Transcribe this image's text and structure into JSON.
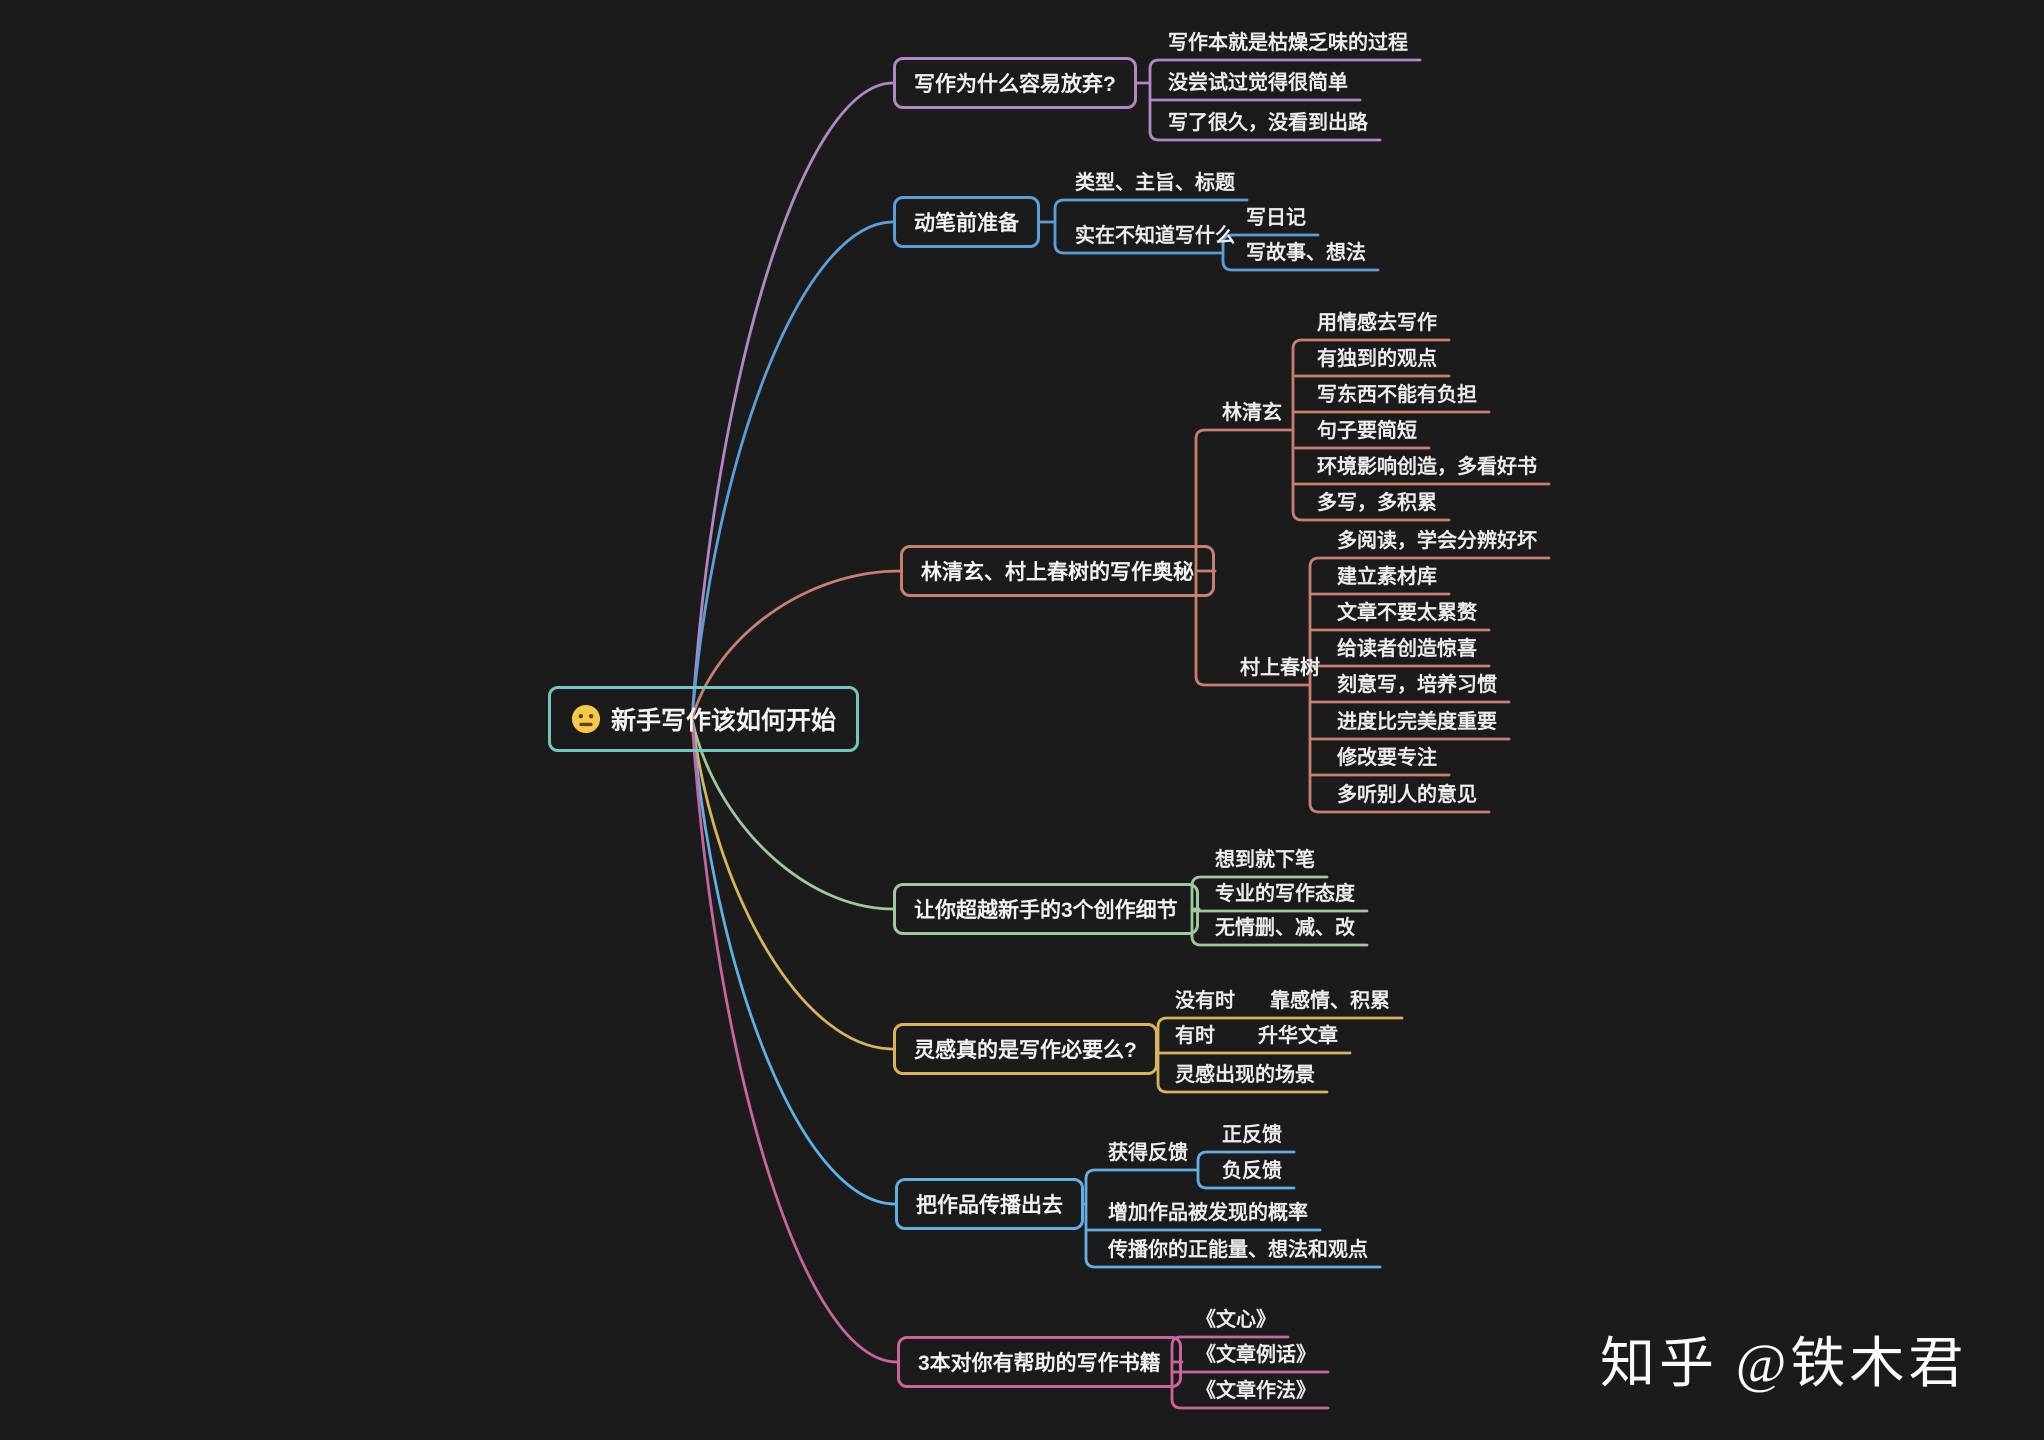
{
  "canvas": {
    "background": "#1b1b1b"
  },
  "central": {
    "label": "新手写作该如何开始",
    "emoji": "neutral-face",
    "border_color": "#74c6c2"
  },
  "watermark": {
    "text": "知乎 @铁木君"
  },
  "branches": [
    {
      "label": "写作为什么容易放弃?",
      "color": "#b287c5",
      "children": [
        {
          "label": "写作本就是枯燥乏味的过程"
        },
        {
          "label": "没尝试过觉得很简单"
        },
        {
          "label": "写了很久，没看到出路"
        }
      ]
    },
    {
      "label": "动笔前准备",
      "color": "#5b9fd8",
      "children": [
        {
          "label": "类型、主旨、标题"
        },
        {
          "label": "实在不知道写什么",
          "children": [
            {
              "label": "写日记"
            },
            {
              "label": "写故事、想法"
            }
          ]
        }
      ]
    },
    {
      "label": "林清玄、村上春树的写作奥秘",
      "color": "#c97f6e",
      "children": [
        {
          "label": "林清玄",
          "children": [
            {
              "label": "用情感去写作"
            },
            {
              "label": "有独到的观点"
            },
            {
              "label": "写东西不能有负担"
            },
            {
              "label": "句子要简短"
            },
            {
              "label": "环境影响创造，多看好书"
            },
            {
              "label": "多写，多积累"
            }
          ]
        },
        {
          "label": "村上春树",
          "children": [
            {
              "label": "多阅读，学会分辨好坏"
            },
            {
              "label": "建立素材库"
            },
            {
              "label": "文章不要太累赘"
            },
            {
              "label": "给读者创造惊喜"
            },
            {
              "label": "刻意写，培养习惯"
            },
            {
              "label": "进度比完美度重要"
            },
            {
              "label": "修改要专注"
            },
            {
              "label": "多听别人的意见"
            }
          ]
        }
      ]
    },
    {
      "label": "让你超越新手的3个创作细节",
      "color": "#9cca9b",
      "children": [
        {
          "label": "想到就下笔"
        },
        {
          "label": "专业的写作态度"
        },
        {
          "label": "无情删、减、改"
        }
      ]
    },
    {
      "label": "灵感真的是写作必要么?",
      "color": "#d9b45a",
      "children": [
        {
          "label": "没有时",
          "children": [
            {
              "label": "靠感情、积累"
            }
          ]
        },
        {
          "label": "有时",
          "children": [
            {
              "label": "升华文章"
            }
          ]
        },
        {
          "label": "灵感出现的场景"
        }
      ]
    },
    {
      "label": "把作品传播出去",
      "color": "#5fb0e5",
      "children": [
        {
          "label": "获得反馈",
          "children": [
            {
              "label": "正反馈"
            },
            {
              "label": "负反馈"
            }
          ]
        },
        {
          "label": "增加作品被发现的概率"
        },
        {
          "label": "传播你的正能量、想法和观点"
        }
      ]
    },
    {
      "label": "3本对你有帮助的写作书籍",
      "color": "#c9649e",
      "children": [
        {
          "label": "《文心》"
        },
        {
          "label": "《文章例话》"
        },
        {
          "label": "《文章作法》"
        }
      ]
    }
  ]
}
